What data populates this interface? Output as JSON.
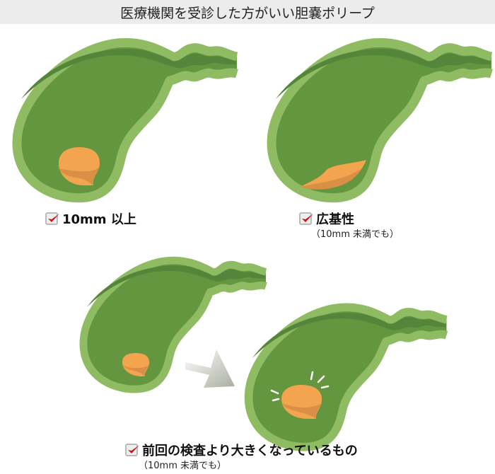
{
  "title": "医療機関を受診した方がいい胆嚢ポリープ",
  "items": [
    {
      "label": "10mm 以上"
    },
    {
      "label": "広基性",
      "note": "（10mm 未満でも）"
    },
    {
      "label": "前回の検査より大きくなっているもの",
      "note": "（10mm 未満でも）"
    }
  ],
  "colors": {
    "wall": "#8fbb62",
    "lumen": "#64953f",
    "band": "#55853a",
    "polyp": "#f2a44f",
    "polyp_shadow": "#d98f45",
    "check": "#d0121b"
  }
}
